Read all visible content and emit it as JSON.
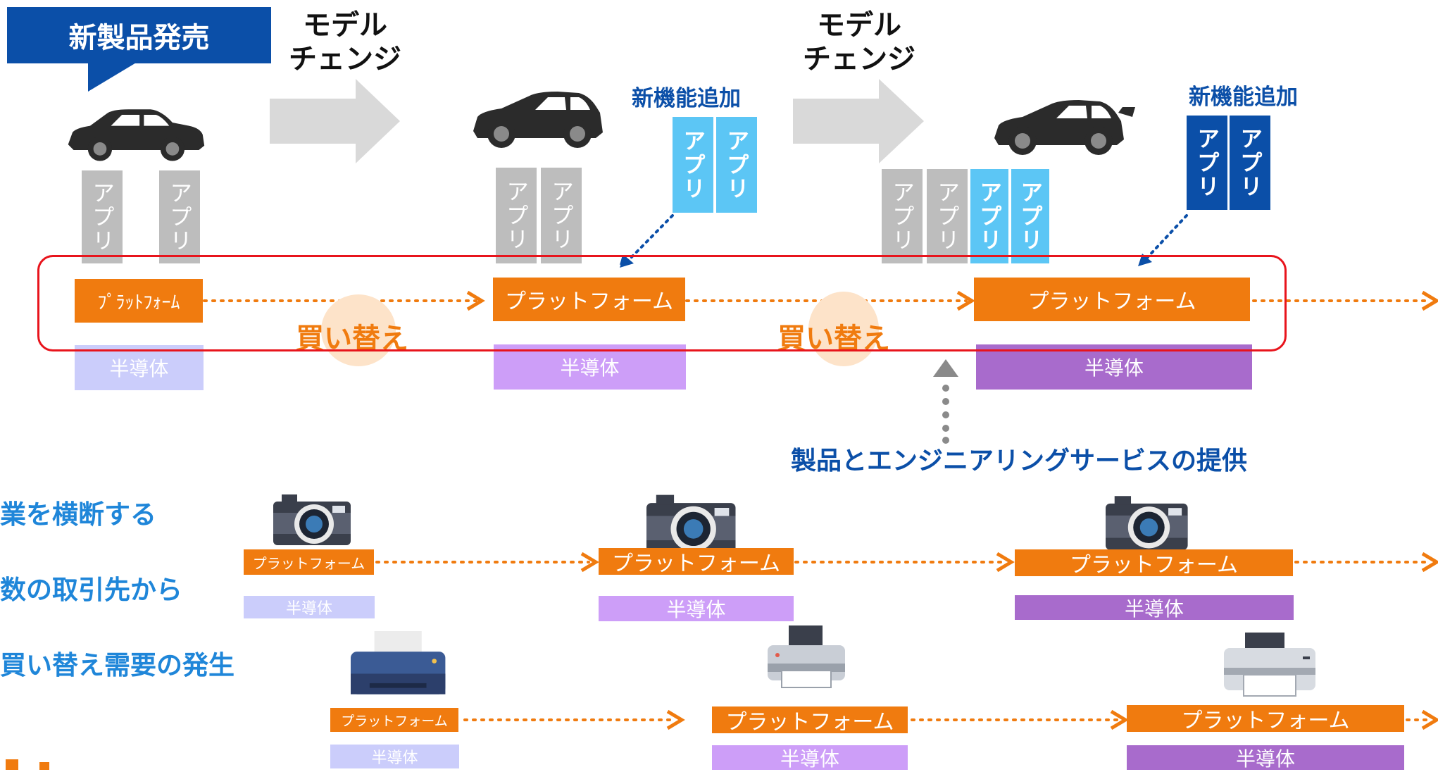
{
  "top": {
    "callout": "新製品発売",
    "model_change": "モデル\nチェンジ",
    "new_feature": "新機能追加",
    "app": "アプリ",
    "platform_small": "ﾌﾟﾗｯﾄﾌｫｰﾑ",
    "platform": "プラットフォーム",
    "semiconductor": "半導体",
    "replace": "買い替え",
    "provide": "製品とエンジニアリングサービスの提供"
  },
  "side": {
    "line1": "業を横断する",
    "line2": "数の取引先から",
    "line3": "買い替え需要の発生"
  },
  "rows": {
    "platform_small": "プラットフォーム",
    "platform": "プラットフォーム",
    "semiconductor": "半導体"
  },
  "icons": [
    "car-icon",
    "sports-car-icon",
    "camera-icon",
    "printer-icon",
    "arrow-right-icon"
  ],
  "colors": {
    "navy": "#0b4fa8",
    "orange": "#f07b0f",
    "sky": "#5cc6f5",
    "gray_app": "#bdbdbd",
    "semi_light": "#cbcdfb",
    "semi_mid": "#cd9ef8",
    "semi_dark": "#a86bcc",
    "red_frame": "#e8141c"
  }
}
